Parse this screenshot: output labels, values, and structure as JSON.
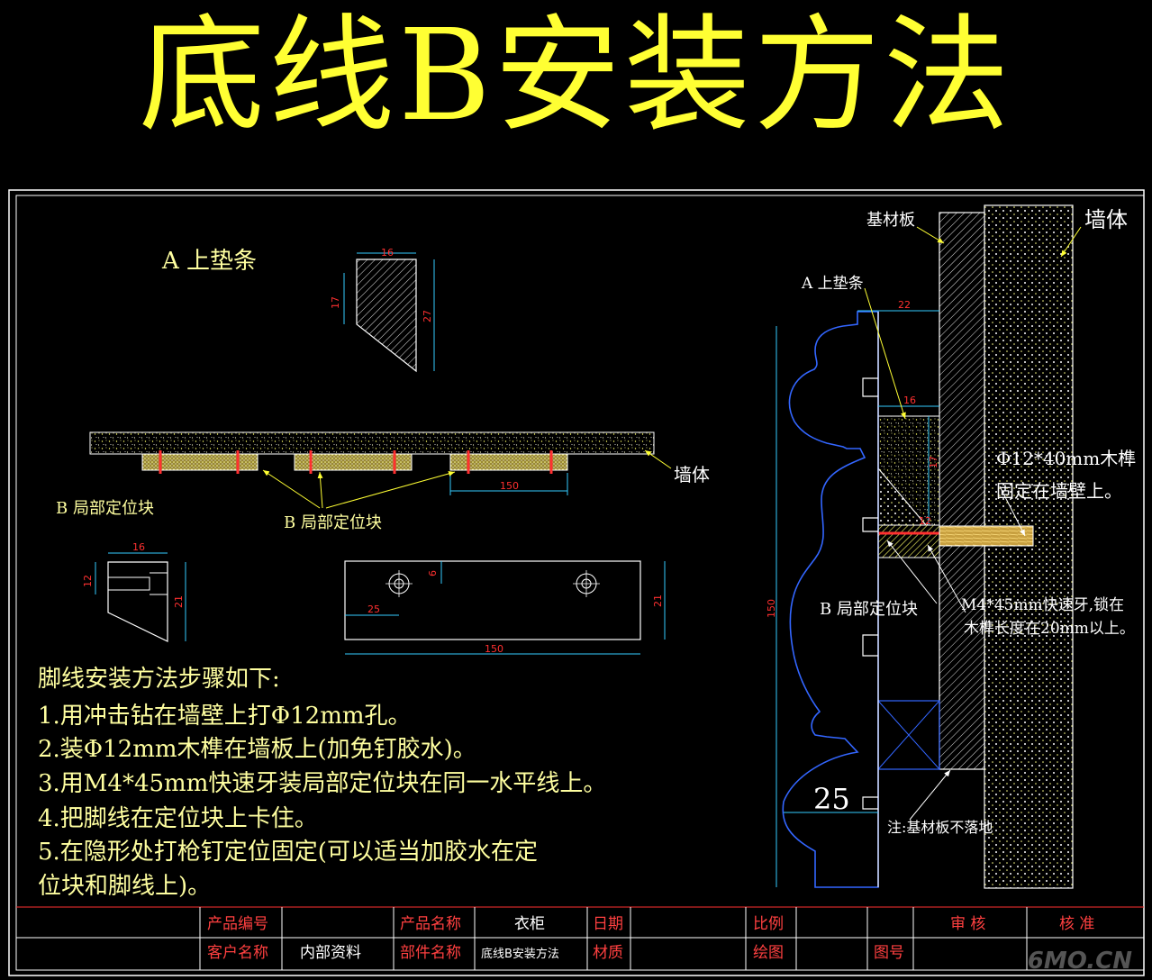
{
  "title": "底线B安装方法",
  "labels": {
    "a_top": "A 上垫条",
    "b_left": "B 局部定位块",
    "b_mid": "B 局部定位块",
    "wall_mid": "墙体",
    "base_board": "基材板",
    "wall_right": "墙体",
    "a_right": "A 上垫条",
    "b_right": "B 局部定位块",
    "dowel_1": "Φ12*40mm木榫",
    "dowel_2": "固定在墙壁上。",
    "screw_1": "M4*45mm快速牙,锁在",
    "screw_2": "木榫长度在20mm以上。",
    "note": "注:基材板不落地",
    "big_dim": "25"
  },
  "dims": {
    "a_w": "16",
    "a_h1": "17",
    "a_h2": "27",
    "b_w": "16",
    "b_h1": "12",
    "b_h2": "21",
    "strip_150": "150",
    "plan_150": "150",
    "plan_25": "25",
    "plan_6": "6",
    "plan_21": "21",
    "r_22": "22",
    "r_16": "16",
    "r_150": "150",
    "r_17": "17",
    "r_12": "12"
  },
  "steps": [
    "脚线安装方法步骤如下:",
    "1.用冲击钻在墙壁上打Φ12mm孔。",
    "2.装Φ12mm木榫在墙板上(加免钉胶水)。",
    "3.用M4*45mm快速牙装局部定位块在同一水平线上。",
    "4.把脚线在定位块上卡住。",
    "5.在隐形处打枪钉定位固定(可以适当加胶水在定",
    "位块和脚线上)。"
  ],
  "title_block": {
    "product_no": "产品编号",
    "product_name": "产品名称",
    "product_name_val": "衣柜",
    "date": "日期",
    "scale": "比例",
    "review": "审 核",
    "approve": "核 准",
    "client": "客户名称",
    "client_val": "内部资料",
    "part_name": "部件名称",
    "part_name_val": "底线B安装方法",
    "material": "材质",
    "drawing": "绘图",
    "drawing_no": "图号"
  },
  "watermark": "6MO.CN"
}
